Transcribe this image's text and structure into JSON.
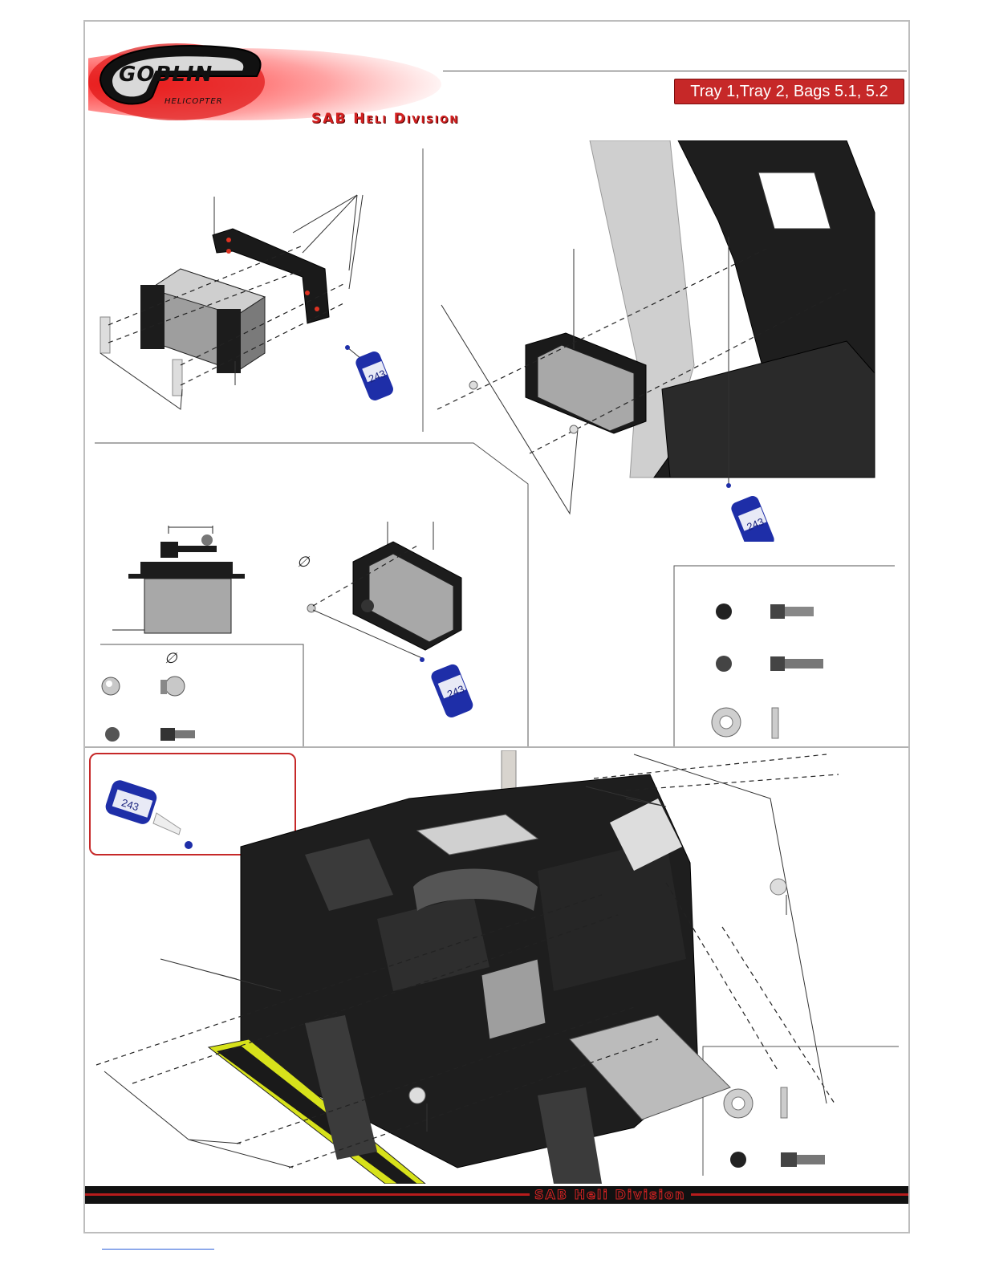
{
  "header": {
    "brand": "GOBLIN",
    "brand_sub": "HELICOPTER",
    "division": "SAB Heli Division",
    "tray_label": "Tray 1,Tray 2, Bags 5.1, 5.2"
  },
  "symbols": {
    "diameter": "∅"
  },
  "threadlock": {
    "grade": "243"
  },
  "footer": {
    "division": "SAB Heli Division"
  },
  "colors": {
    "accent": "#c62828",
    "carbon": "#1e1e1e",
    "threadlock_blue": "#1e2ea8",
    "skid_yellow": "#d7e21b"
  }
}
